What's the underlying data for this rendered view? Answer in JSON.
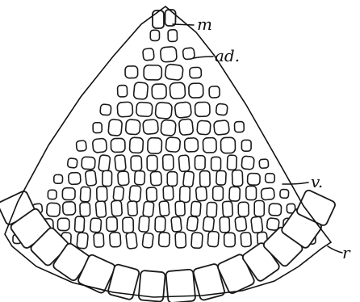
{
  "labels": {
    "m": "m",
    "ad": "ad.",
    "v": "v.",
    "r": "r"
  }
}
